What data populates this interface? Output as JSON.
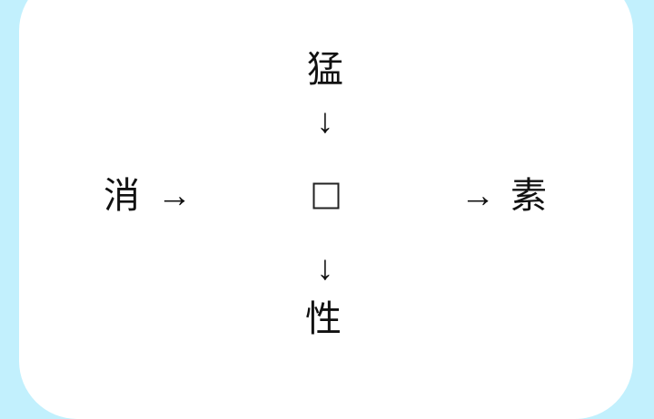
{
  "colors": {
    "background": "#c2f0fd",
    "card": "#ffffff",
    "text": "#111111",
    "square_border": "#222222"
  },
  "puzzle": {
    "top_char": "猛",
    "left_char": "消",
    "right_char": "素",
    "bottom_char": "性",
    "center_blank": "□",
    "arrow_down": "↓",
    "arrow_right": "→"
  }
}
